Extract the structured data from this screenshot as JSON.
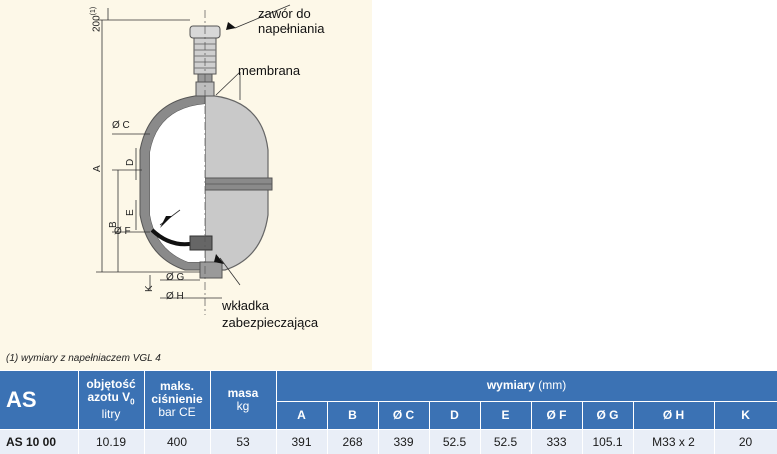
{
  "drawing": {
    "callout_valve": "zawór do napełniania",
    "callout_membrane": "membrana",
    "callout_insert_line1": "wkładka",
    "callout_insert_line2": "zabezpieczająca",
    "dim_top": "200",
    "dim_top_note": "(1)",
    "dim_A": "A",
    "dim_B": "B",
    "dim_C": "Ø C",
    "dim_D": "D",
    "dim_E": "E",
    "dim_F": "Ø F",
    "dim_G": "Ø G",
    "dim_H": "Ø H",
    "dim_K": "K"
  },
  "footnote": "(1) wymiary z napełniaczem VGL 4",
  "table": {
    "series": "AS",
    "col_volume_label": "objętość azotu V",
    "col_volume_sub": "0",
    "col_volume_unit": "litry",
    "col_pressure_label": "maks. ciśnienie",
    "col_pressure_unit": "bar CE",
    "col_mass_label": "masa",
    "col_mass_unit": "kg",
    "dims_label": "wymiary",
    "dims_unit": "(mm)",
    "dim_headers": [
      "A",
      "B",
      "Ø C",
      "D",
      "E",
      "Ø F",
      "Ø G",
      "Ø H",
      "K"
    ],
    "rows": [
      {
        "model": "AS 10 00",
        "volume": "10.19",
        "pressure": "400",
        "mass": "53",
        "dims": [
          "391",
          "268",
          "339",
          "52.5",
          "52.5",
          "333",
          "105.1",
          "M33 x 2",
          "20"
        ]
      }
    ]
  }
}
